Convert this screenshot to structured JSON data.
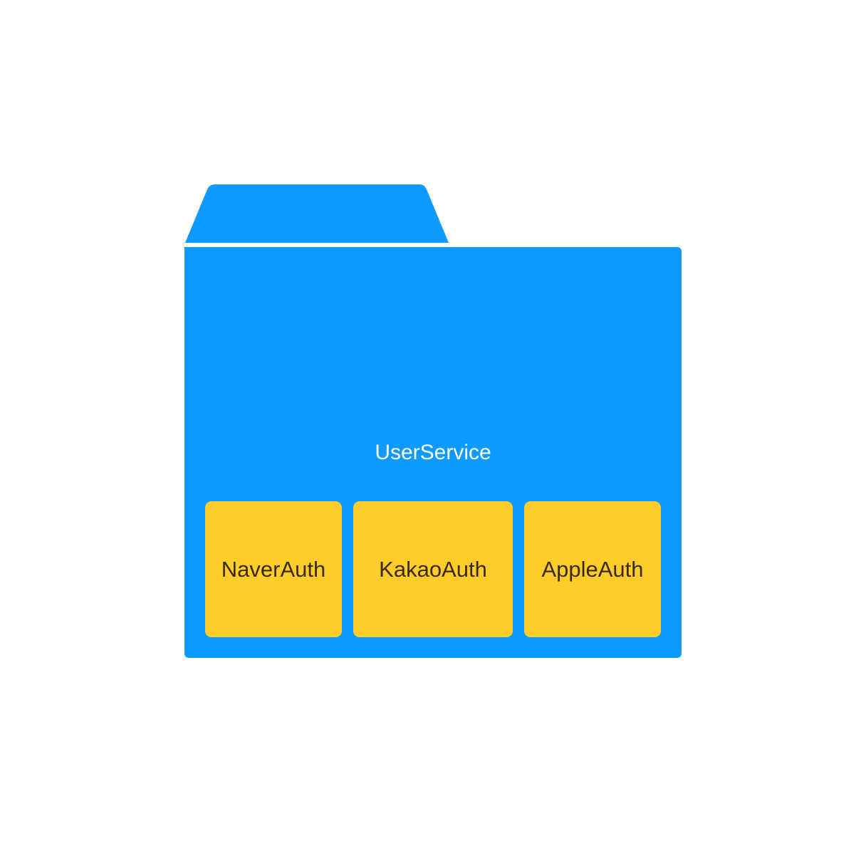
{
  "colors": {
    "folder": "#0f9aff",
    "module": "#fecd2b",
    "module_text": "#3a2a00",
    "title_text": "#ffffff"
  },
  "folder": {
    "title": "UserService"
  },
  "modules": [
    {
      "label": "NaverAuth"
    },
    {
      "label": "KakaoAuth"
    },
    {
      "label": "AppleAuth"
    }
  ]
}
